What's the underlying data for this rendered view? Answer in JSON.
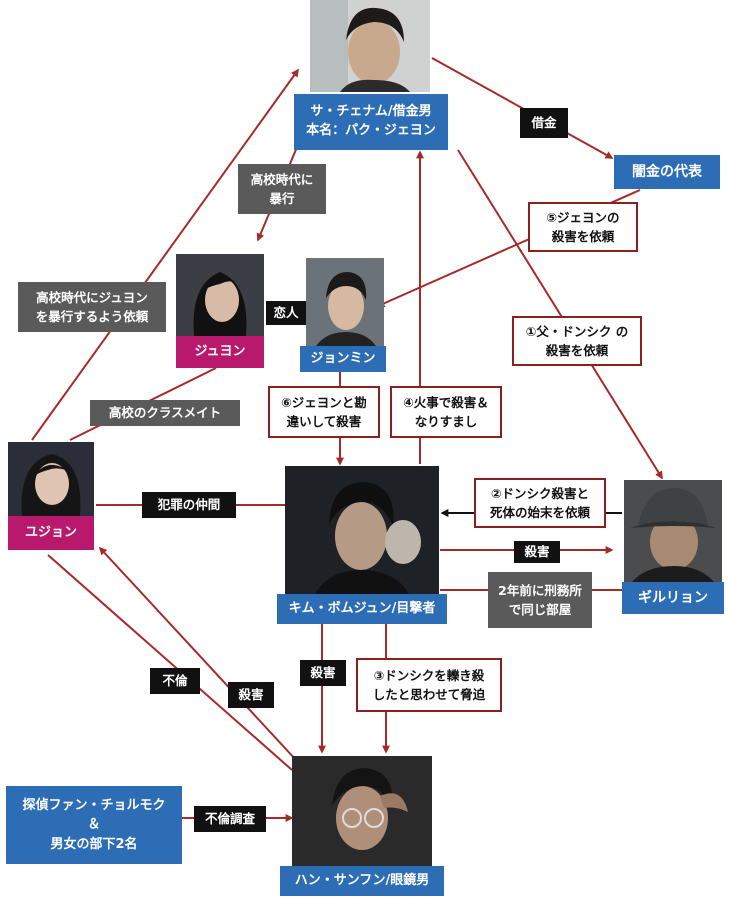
{
  "people": {
    "sa_chenamu": {
      "line1": "サ・チェナム/借金男",
      "line2": "本名：パク・ジェヨン",
      "icon": "man-face-photo"
    },
    "yamikin": {
      "label": "闇金の代表"
    },
    "juyon": {
      "label": "ジュヨン",
      "icon": "woman-face-photo"
    },
    "jonmin": {
      "label": "ジョンミン",
      "icon": "man-face-photo"
    },
    "yujon": {
      "label": "ユジョン",
      "icon": "woman-face-photo"
    },
    "kim": {
      "label": "キム・ボムジュン/目撃者",
      "icon": "man-headphones-photo"
    },
    "girurion": {
      "label": "ギルリョン",
      "icon": "man-bucket-hat-photo"
    },
    "han": {
      "label": "ハン・サンフン/眼鏡男",
      "icon": "man-glasses-photo"
    },
    "tantei": {
      "line1": "探偵ファン・チョルモク",
      "line2": "＆",
      "line3": "男女の部下2名"
    }
  },
  "relations": {
    "shakkin": "借金",
    "kokojidai_boukou": "高校時代に\n暴行",
    "satsugai_irai5": "⑤ジェヨンの\n殺害を依頼",
    "koibito": "恋人",
    "boukou_irai": "高校時代にジュヨン\nを暴行するよう依頼",
    "chichi_irai1": "①父・ドンシク の\n殺害を依頼",
    "classmate": "高校のクラスメイト",
    "kanchigai6": "⑥ジェヨンと勘\n違いして殺害",
    "kaji4": "④火事で殺害＆\nなりすまし",
    "dongshik2": "②ドンシク殺害と\n死体の始末を依頼",
    "hanzai_nakama": "犯罪の仲間",
    "satsugai_kim": "殺害",
    "keimusho": "2年前に刑務所\nで同じ部屋",
    "satsugai_han": "殺害",
    "kyouhaku3": "③ドンシクを轢き殺\nしたと思わせて脅迫",
    "furin": "不倫",
    "satsugai_yujon": "殺害",
    "furin_chousa": "不倫調査"
  },
  "colors": {
    "arrow": "#a52a2a",
    "name_blue": "#2d6db5",
    "name_pink": "#b8196d"
  }
}
